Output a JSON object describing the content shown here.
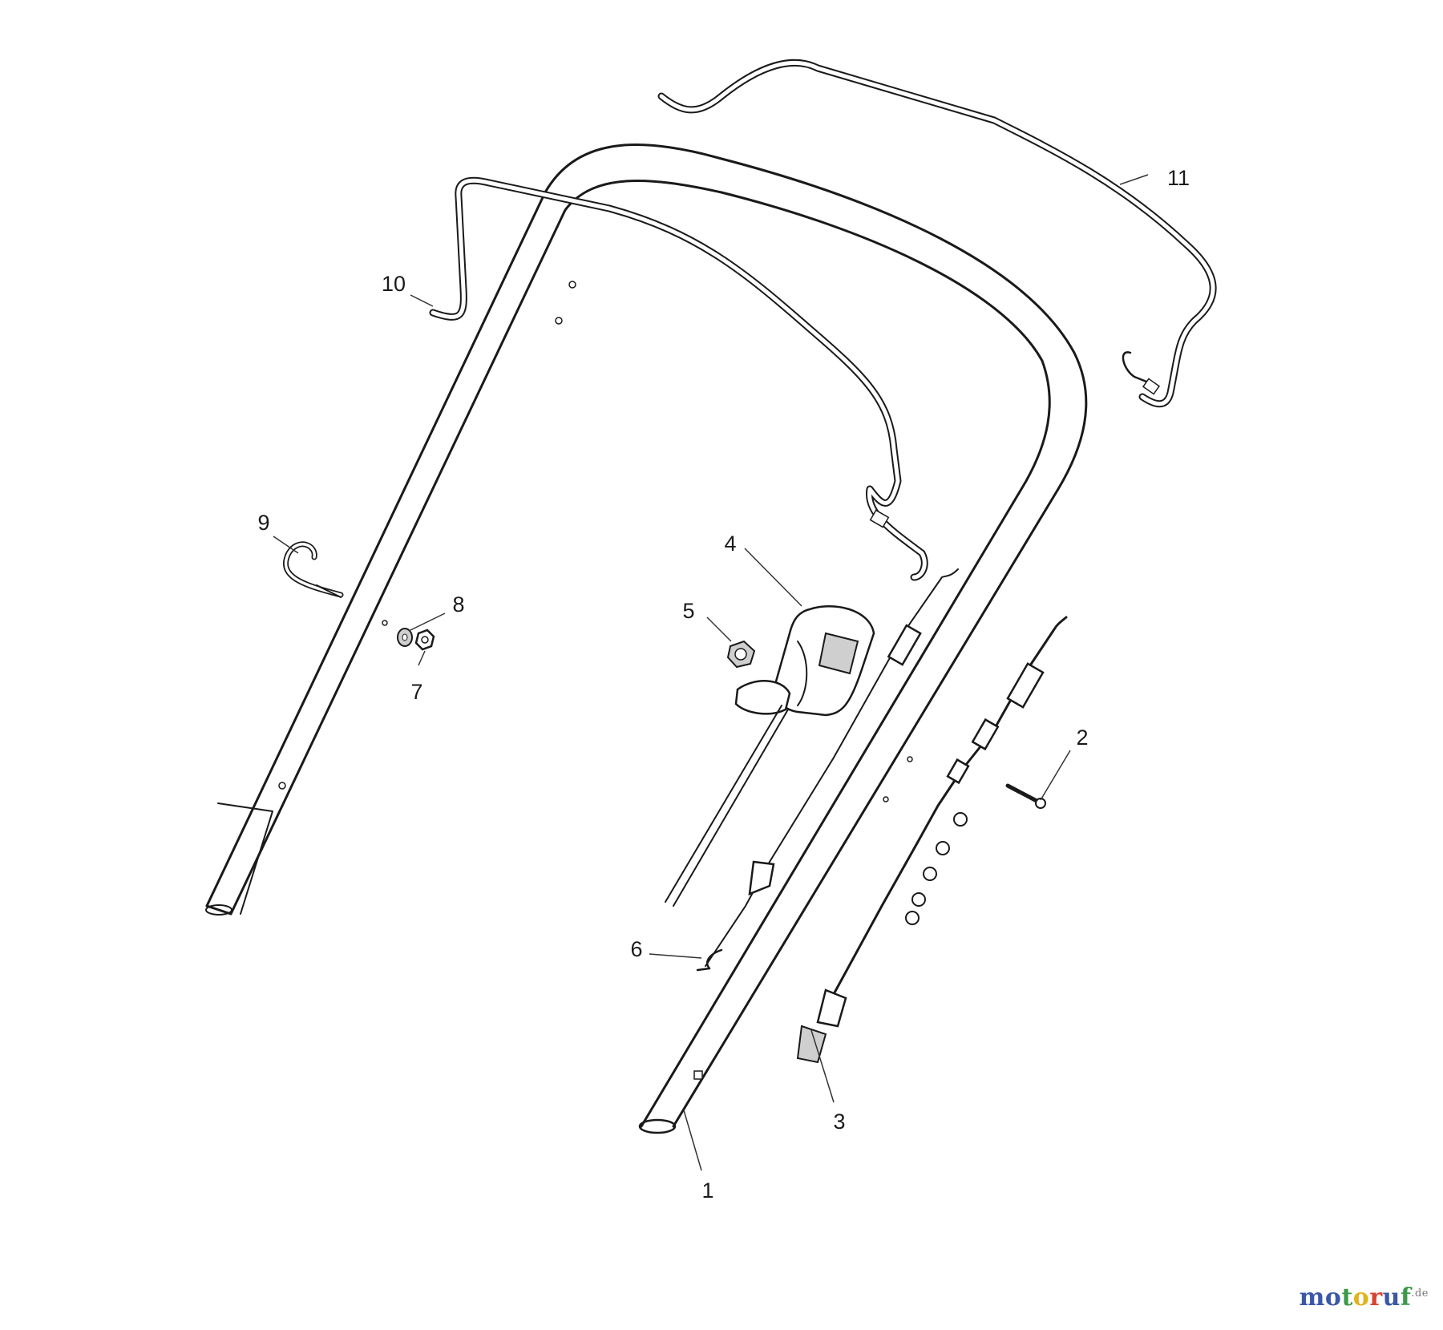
{
  "diagram": {
    "callouts": [
      {
        "id": "1",
        "part": "handle-lower-tube"
      },
      {
        "id": "2",
        "part": "screw"
      },
      {
        "id": "3",
        "part": "drive-cable-spring"
      },
      {
        "id": "4",
        "part": "control-lever-housing"
      },
      {
        "id": "5",
        "part": "nut"
      },
      {
        "id": "6",
        "part": "cable-z-hook"
      },
      {
        "id": "7",
        "part": "nut"
      },
      {
        "id": "8",
        "part": "washer"
      },
      {
        "id": "9",
        "part": "hook-bolt"
      },
      {
        "id": "10",
        "part": "front-bail-bar"
      },
      {
        "id": "11",
        "part": "rear-bail-bar"
      }
    ]
  },
  "watermark": {
    "letters": [
      {
        "char": "m",
        "color": "#3a57a8"
      },
      {
        "char": "o",
        "color": "#3a57a8"
      },
      {
        "char": "t",
        "color": "#3a9a4a"
      },
      {
        "char": "o",
        "color": "#e2b21c"
      },
      {
        "char": "r",
        "color": "#d7432e"
      },
      {
        "char": "u",
        "color": "#3a57a8"
      },
      {
        "char": "f",
        "color": "#3a9a4a"
      }
    ],
    "suffix": ".de"
  }
}
